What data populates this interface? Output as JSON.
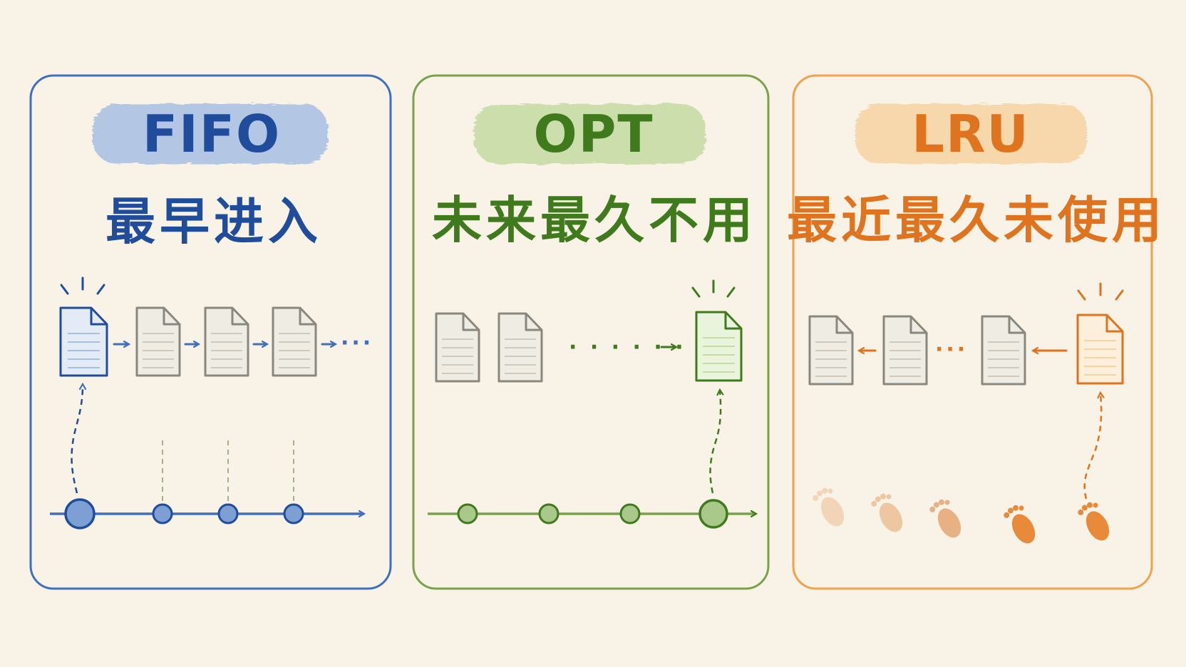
{
  "colors": {
    "background": "#f8f3e6",
    "fifo": "#3f6fbe",
    "fifo_dark": "#1f4d9c",
    "fifo_fill": "#e3ebf7",
    "fifo_pill": "#a7bfe3",
    "opt": "#79a24b",
    "opt_dark": "#3f7a1c",
    "opt_fill": "#eaf3dc",
    "opt_pill": "#c4dba3",
    "lru": "#f0a24f",
    "lru_dark": "#e0731e",
    "lru_fill": "#fcefdc",
    "lru_pill": "#f7d3a3",
    "doc_gray": "#8a877f",
    "doc_fill": "#efece4",
    "footprint_light": "#edc7a2",
    "footprint_mid": "#e8b184",
    "footprint_dark": "#e88a3a"
  },
  "panels": [
    {
      "id": "fifo",
      "title": "FIFO",
      "subtitle": "最早进入",
      "dots": "···"
    },
    {
      "id": "opt",
      "title": "OPT",
      "subtitle": "未来最久不用",
      "dots": "· · · · · ·"
    },
    {
      "id": "lru",
      "title": "LRU",
      "subtitle": "最近最久未使用",
      "dots": "···"
    }
  ]
}
